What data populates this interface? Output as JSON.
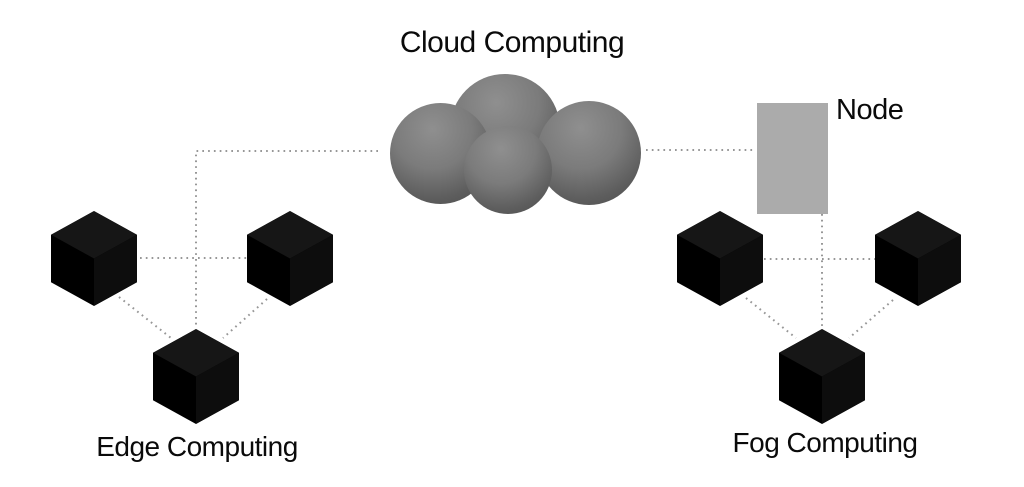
{
  "labels": {
    "cloud": "Cloud Computing",
    "node": "Node",
    "edge": "Edge Computing",
    "fog": "Fog Computing"
  },
  "colors": {
    "background": "#ffffff",
    "text": "#0a0a0a",
    "device_cube": "#000000",
    "node_rect": "#ababab",
    "cloud_light": "#8f8f8f",
    "cloud_dark": "#4d4d4d",
    "connector_dot": "#979797"
  },
  "groups": {
    "edge": {
      "label": "Edge Computing",
      "device_count": 3
    },
    "fog": {
      "label": "Fog Computing",
      "device_count": 3
    }
  },
  "connections": [
    {
      "from": "cloud",
      "to": "edge-cluster",
      "style": "dotted"
    },
    {
      "from": "cloud",
      "to": "node",
      "style": "dotted"
    },
    {
      "from": "node",
      "to": "fog-cluster",
      "style": "dotted"
    },
    {
      "from": "edge-device-top-left",
      "to": "edge-device-top-right",
      "style": "dotted"
    },
    {
      "from": "edge-device-top-left",
      "to": "edge-device-bottom",
      "style": "dotted"
    },
    {
      "from": "edge-device-top-right",
      "to": "edge-device-bottom",
      "style": "dotted"
    },
    {
      "from": "fog-device-top-left",
      "to": "fog-device-top-right",
      "style": "dotted"
    },
    {
      "from": "fog-device-top-left",
      "to": "fog-device-bottom",
      "style": "dotted"
    },
    {
      "from": "fog-device-top-right",
      "to": "fog-device-bottom",
      "style": "dotted"
    }
  ]
}
